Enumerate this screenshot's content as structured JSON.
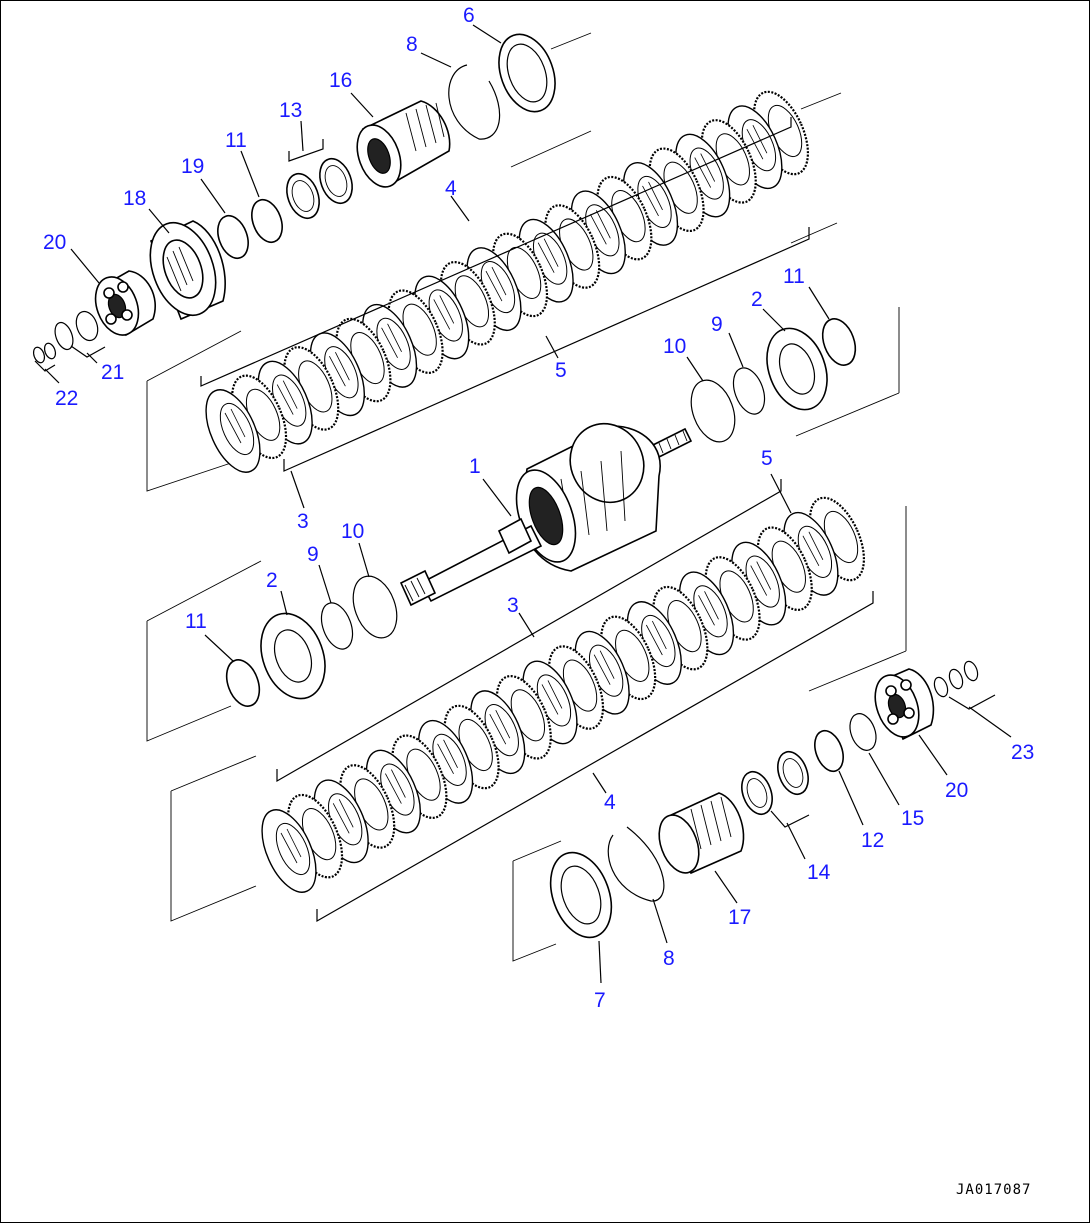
{
  "diagram": {
    "drawing_code": "JA017087",
    "callouts": {
      "c1": "1",
      "c2a": "2",
      "c2b": "2",
      "c3a": "3",
      "c3b": "3",
      "c4a": "4",
      "c4b": "4",
      "c5a": "5",
      "c5b": "5",
      "c6": "6",
      "c7": "7",
      "c8a": "8",
      "c8b": "8",
      "c9a": "9",
      "c9b": "9",
      "c10a": "10",
      "c10b": "10",
      "c11a": "11",
      "c11b": "11",
      "c11c": "11",
      "c12": "12",
      "c13": "13",
      "c14": "14",
      "c15": "15",
      "c16": "16",
      "c17": "17",
      "c18": "18",
      "c19": "19",
      "c20a": "20",
      "c20b": "20",
      "c21": "21",
      "c22": "22",
      "c23": "23"
    }
  }
}
